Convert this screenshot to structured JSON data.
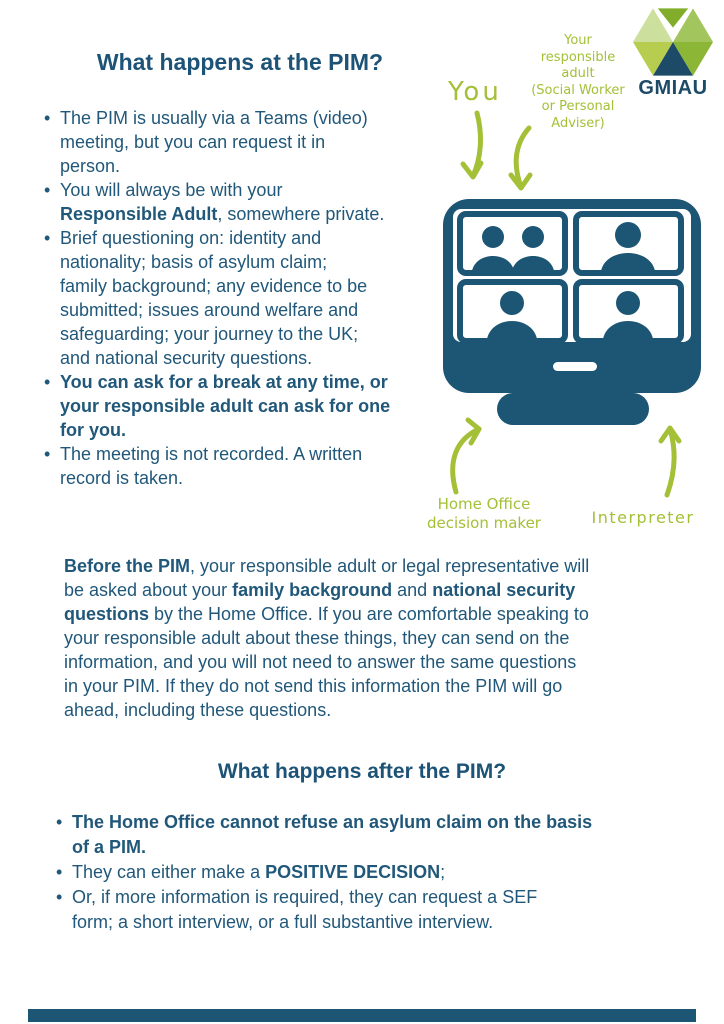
{
  "bullet_glyph": "•",
  "colors": {
    "text_teal": "#21587a",
    "illustration_teal": "#1d5674",
    "logo_navy": "#1d4a67",
    "accent_green": "#a3c037"
  },
  "logo": {
    "text": "GMIAU"
  },
  "annotations": {
    "you": "You",
    "responsible_adult_lines": [
      "Your",
      "responsible",
      "adult",
      "(Social Worker",
      "or Personal",
      "Adviser)"
    ],
    "home_office_lines": [
      "Home Office",
      "decision maker"
    ],
    "interpreter": "Interpreter"
  },
  "section_at": {
    "title": "What happens at the PIM?",
    "bullets": [
      [
        {
          "t": "The PIM is usually via a Teams (video)\nmeeting, but you can request it in\nperson.",
          "b": false
        }
      ],
      [
        {
          "t": "You will always be with your\n",
          "b": false
        },
        {
          "t": "Responsible Adult",
          "b": true
        },
        {
          "t": ", somewhere private.",
          "b": false
        }
      ],
      [
        {
          "t": "Brief questioning on: identity and\nnationality; basis of asylum claim;\nfamily background; any evidence to be\nsubmitted; issues around welfare and\nsafeguarding; your journey to the UK;\nand national security questions.",
          "b": false
        }
      ],
      [
        {
          "t": "You can ask for a break at any time, or\nyour responsible adult can ask for one\nfor you.",
          "b": true
        }
      ],
      [
        {
          "t": "The meeting is not recorded. A written\nrecord is taken.",
          "b": false
        }
      ]
    ]
  },
  "before_pim": {
    "segments": [
      {
        "t": "Before the PIM",
        "b": true
      },
      {
        "t": ", your responsible adult or legal representative will\nbe asked about your ",
        "b": false
      },
      {
        "t": "family background",
        "b": true
      },
      {
        "t": " and ",
        "b": false
      },
      {
        "t": "national security\nquestions",
        "b": true
      },
      {
        "t": " by the Home Office. If you are comfortable speaking to\nyour responsible adult about these things, they can send on the\ninformation, and you will not need to answer the same questions\nin your PIM. If they do not send this information the PIM will go\nahead, including these questions.",
        "b": false
      }
    ]
  },
  "section_after": {
    "title": "What happens after the PIM?",
    "bullets": [
      [
        {
          "t": "The Home Office cannot refuse an asylum claim on the basis\nof a PIM.",
          "b": true
        }
      ],
      [
        {
          "t": "They can either make a ",
          "b": false
        },
        {
          "t": "POSITIVE DECISION",
          "b": true
        },
        {
          "t": ";",
          "b": false
        }
      ],
      [
        {
          "t": "Or, if more information is required, they can request a SEF\nform; a short interview, or a full substantive interview.",
          "b": false
        }
      ]
    ]
  }
}
